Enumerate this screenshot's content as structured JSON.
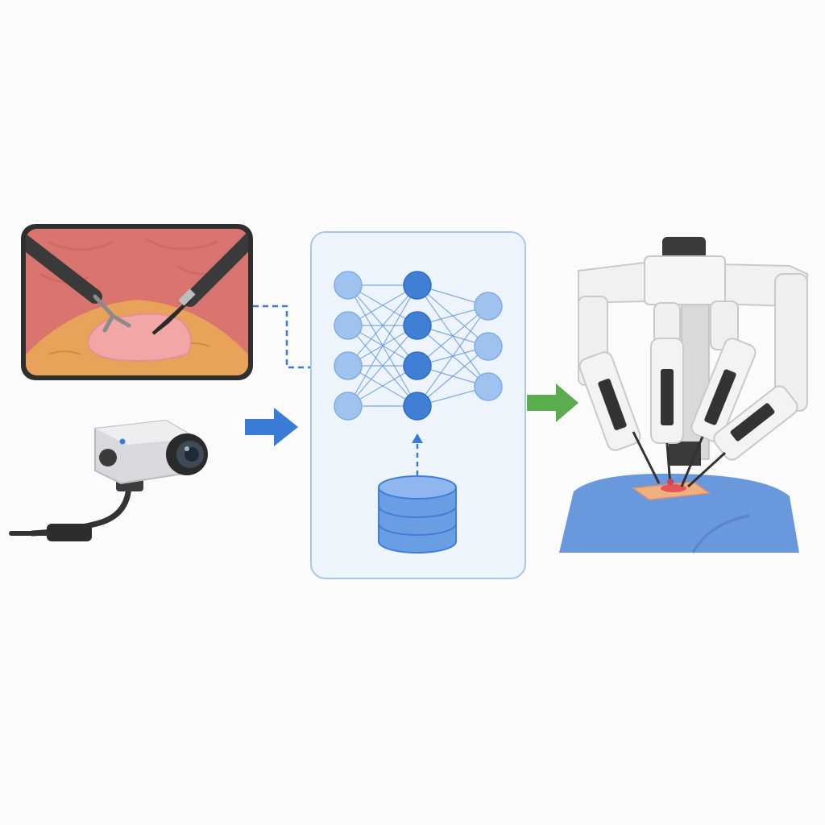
{
  "colors": {
    "background": "#fbfbfb",
    "tissue": "#d9746e",
    "fat": "#e9a25a",
    "lesion": "#f2a6a6",
    "instrument": "#3a3a3a",
    "panel_fill": "#eef4fc",
    "panel_border": "#a9c6ea",
    "node_light": "#9fc2ee",
    "node_dark": "#3f7fd6",
    "edge": "#5b93dd",
    "database": "#6a9ee4",
    "arrow_input": "#3a7bd5",
    "arrow_output": "#5bab4f",
    "robot_white": "#f1f1f1",
    "robot_dark": "#333333",
    "drape": "#6a98dc"
  },
  "icons": {
    "endoscope_view": "surgical-video-frame-icon",
    "camera": "video-camera-icon",
    "network": "neural-network-icon",
    "database": "database-icon",
    "robot": "surgical-robot-icon",
    "input_arrow": "arrow-right-icon",
    "output_arrow": "arrow-right-icon"
  },
  "network": {
    "layers": [
      4,
      4,
      3
    ]
  }
}
